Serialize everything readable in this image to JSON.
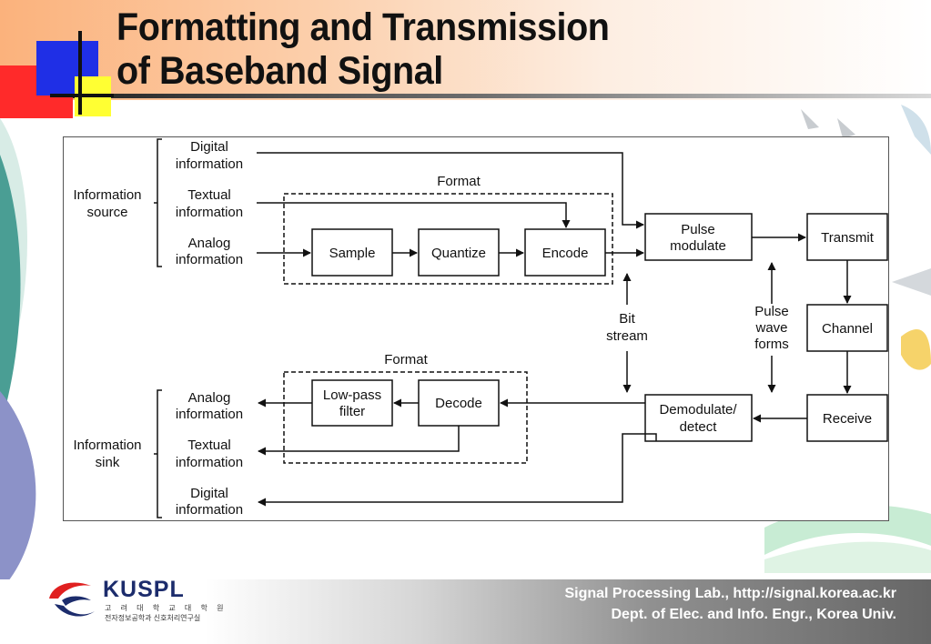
{
  "slide": {
    "title_line1": "Formatting and Transmission",
    "title_line2": "of Baseband Signal",
    "footer_line1": "Signal Processing Lab., http://signal.korea.ac.kr",
    "footer_line2": "Dept. of Elec. and Info. Engr., Korea Univ.",
    "logo_text": "KUSPL",
    "logo_sub1": "고 려 대 학 교 대 학 원",
    "logo_sub2": "전자정보공학과 신호처리연구실"
  },
  "colors": {
    "title_blue": "#1f2fe6",
    "title_red": "#ff2a2a",
    "title_yellow": "#ffff33",
    "logo_red": "#e02020",
    "logo_navy": "#1c2c6c"
  },
  "diagram": {
    "source_label_1": "Information",
    "source_label_2": "source",
    "sink_label_1": "Information",
    "sink_label_2": "sink",
    "digital_1": "Digital",
    "information": "information",
    "textual_1": "Textual",
    "analog_1": "Analog",
    "format_top": "Format",
    "format_bottom": "Format",
    "sample": "Sample",
    "quantize": "Quantize",
    "encode": "Encode",
    "pulse_1": "Pulse",
    "modulate": "modulate",
    "transmit": "Transmit",
    "channel": "Channel",
    "receive": "Receive",
    "demod_1": "Demodulate/",
    "demod_2": "detect",
    "decode": "Decode",
    "lowpass_1": "Low-pass",
    "lowpass_2": "filter",
    "bit_1": "Bit",
    "bit_2": "stream",
    "wave_1": "Pulse",
    "wave_2": "wave",
    "wave_3": "forms"
  }
}
